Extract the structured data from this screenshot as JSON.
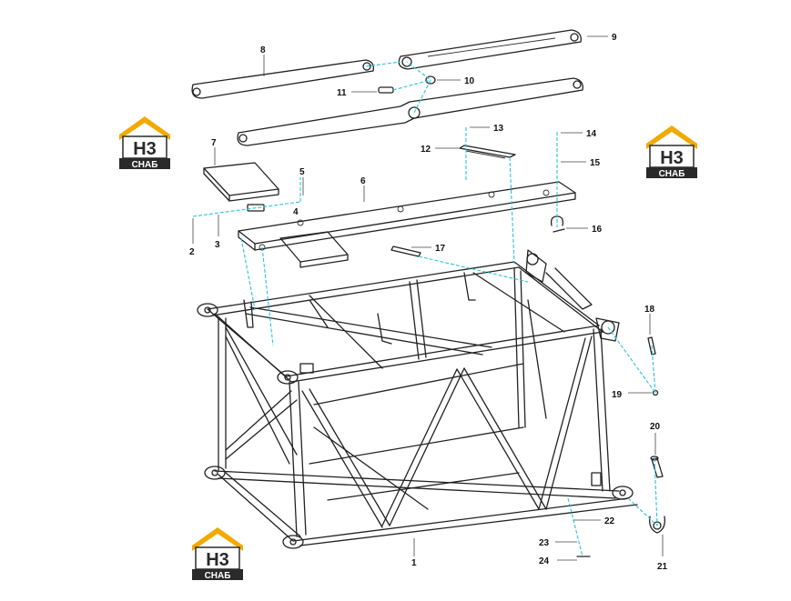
{
  "logo": {
    "mark": "H3",
    "caption": "СНАБ",
    "accent_color": "#f2a900",
    "dark_color": "#2a2a2a"
  },
  "callouts": [
    "1",
    "2",
    "3",
    "4",
    "5",
    "6",
    "7",
    "8",
    "9",
    "10",
    "11",
    "12",
    "13",
    "14",
    "15",
    "16",
    "17",
    "18",
    "19",
    "20",
    "21",
    "22",
    "23",
    "24"
  ]
}
